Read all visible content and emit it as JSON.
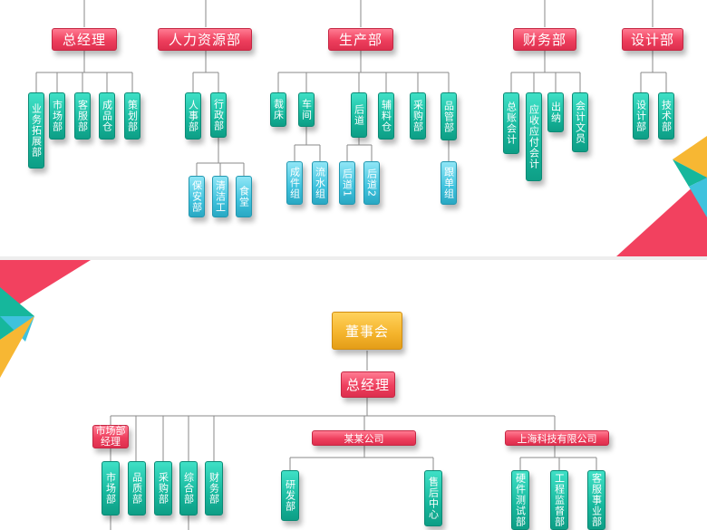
{
  "colors": {
    "red": "#ee3f5d",
    "teal": "#16b79c",
    "cyan": "#3fc2dd",
    "yellow": "#f4b32b",
    "line": "#8a8a8a"
  },
  "top_chart": {
    "general_manager": {
      "label": "总经理",
      "children": [
        "业务拓展部",
        "市场部",
        "客服部",
        "成品仓",
        "策划部"
      ]
    },
    "hr": {
      "label": "人力资源部",
      "children": [
        "人事部",
        "行政部"
      ],
      "admin_children": [
        "保安部",
        "清洁工",
        "食堂"
      ]
    },
    "production": {
      "label": "生产部",
      "children": [
        "裁床",
        "车间",
        "后道",
        "辅料仓",
        "采购部",
        "品管部"
      ],
      "workshop_children": [
        "成件组",
        "流水组"
      ],
      "finishing_children": [
        "后道1",
        "后道2"
      ],
      "qc_children": [
        "跟单组"
      ]
    },
    "finance": {
      "label": "财务部",
      "children": [
        "总账会计",
        "应收应付会计",
        "出纳",
        "会计文员"
      ]
    },
    "design": {
      "label": "设计部",
      "children": [
        "设计部",
        "技术部"
      ]
    }
  },
  "bottom_chart": {
    "board": "董事会",
    "general_manager": "总经理",
    "marketing_manager": "市场部经理",
    "marketing_children": [
      "市场部",
      "品质部",
      "采购部",
      "综合部",
      "财务部"
    ],
    "company_a": {
      "label": "某某公司",
      "children": [
        "研发部",
        "售后中心"
      ]
    },
    "company_b": {
      "label": "上海科技有限公司",
      "children": [
        "硬件测试部",
        "工程监督部",
        "客服事业部"
      ]
    }
  }
}
